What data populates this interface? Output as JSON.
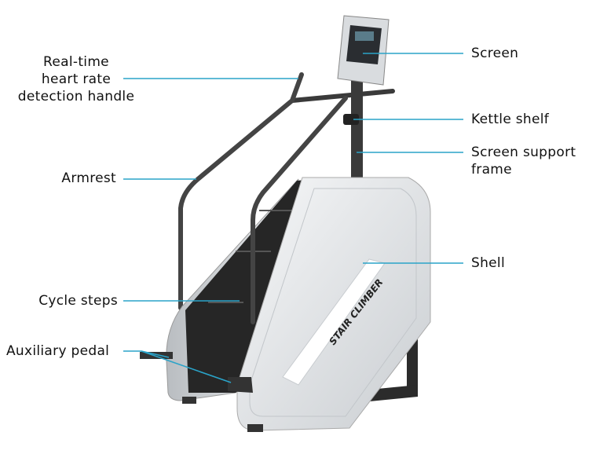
{
  "colors": {
    "leader_line": "#2aa3c8",
    "shell": "#e9ecef",
    "frame": "#2b2b2b",
    "steps": "#262626"
  },
  "product_text": "STAIR CLIMBER",
  "labels": {
    "heart_rate_handle": "Real-time\nheart rate\ndetection handle",
    "armrest": "Armrest",
    "cycle_steps": "Cycle steps",
    "auxiliary_pedal": "Auxiliary pedal",
    "screen": "Screen",
    "kettle_shelf": "Kettle shelf",
    "screen_support_frame": "Screen support\nframe",
    "shell": "Shell"
  }
}
